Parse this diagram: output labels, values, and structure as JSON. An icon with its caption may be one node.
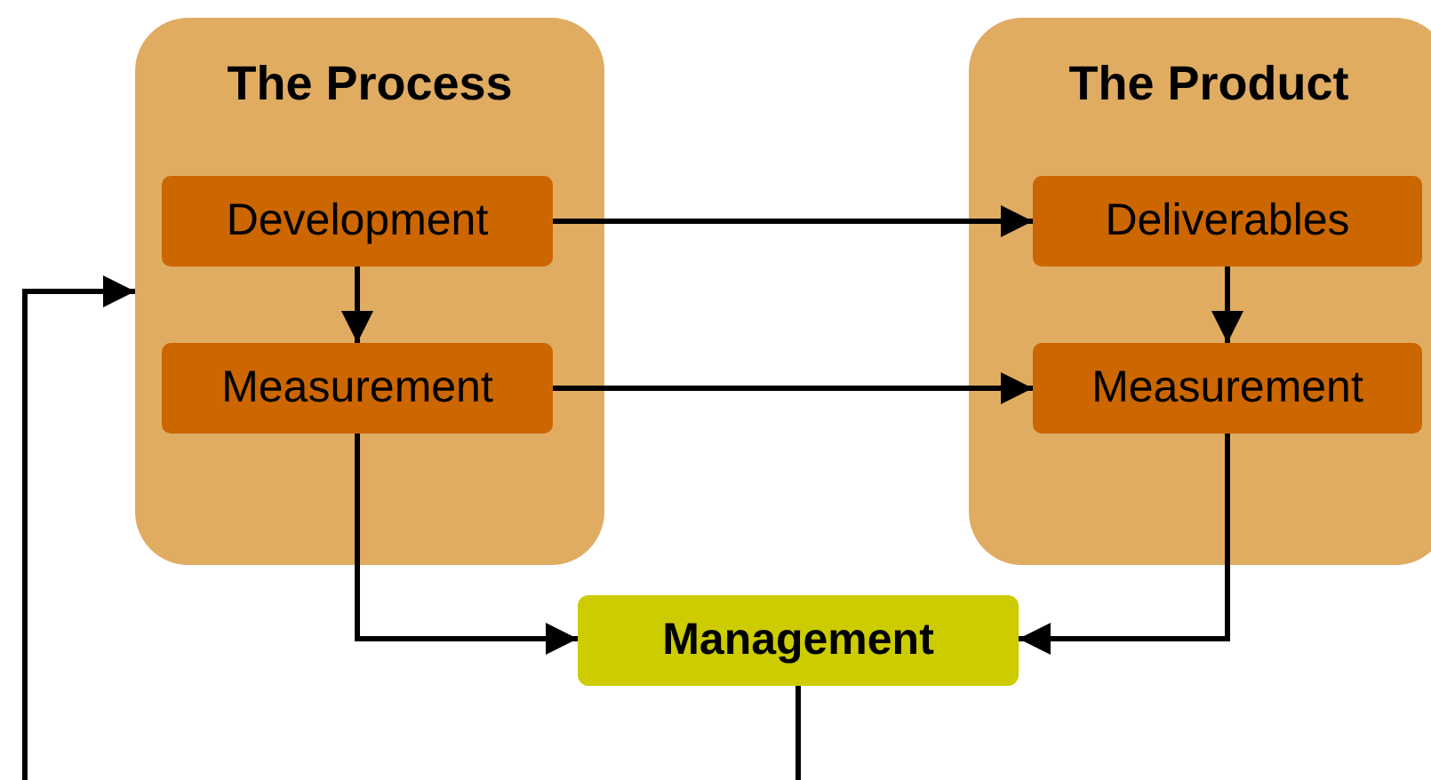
{
  "diagram": {
    "nodes": [
      {
        "text": [
          "The Process"
        ]
      },
      {
        "text": [
          "Development"
        ],
        "in": 0
      },
      {
        "text": [
          "Measurement"
        ],
        "in": 0
      },
      {
        "text": [
          "The Product"
        ]
      },
      {
        "text": [
          "Deliverables"
        ],
        "in": 3
      },
      {
        "text": [
          "Measurement"
        ],
        "in": 3
      },
      {
        "text": [
          "Management"
        ]
      }
    ],
    "edges": [
      {
        "from": 1,
        "to": 4,
        "arrow": "to"
      },
      {
        "from": 1,
        "to": 2,
        "arrow": "to"
      },
      {
        "from": 2,
        "to": 5,
        "arrow": "to"
      },
      {
        "from": 4,
        "to": 5,
        "arrow": "to"
      },
      {
        "from": 2,
        "to": 6,
        "arrow": "to"
      },
      {
        "from": 5,
        "to": 6,
        "arrow": "to"
      },
      {
        "from": 6,
        "to": 0,
        "arrow": "to"
      }
    ]
  }
}
